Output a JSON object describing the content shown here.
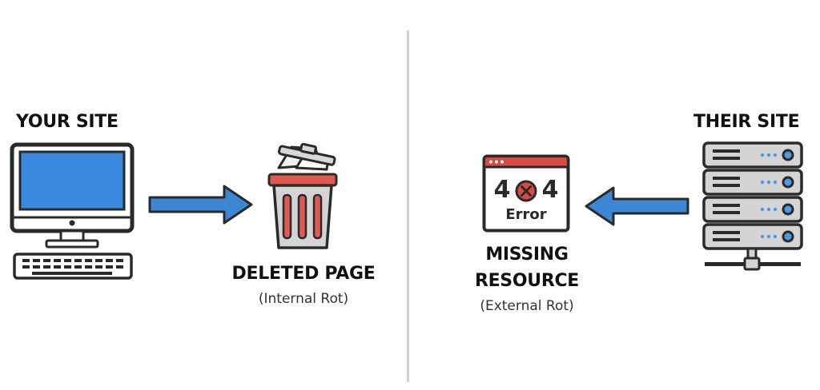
{
  "left": {
    "site_label": "YOUR SITE",
    "target_title": "DELETED PAGE",
    "target_subtitle": "(Internal Rot)"
  },
  "right": {
    "site_label": "THEIR SITE",
    "target_title_line1": "MISSING",
    "target_title_line2": "RESOURCE",
    "target_subtitle": "(External Rot)",
    "error_code_left": "4",
    "error_code_right": "4",
    "error_text": "Error"
  },
  "icons": {
    "computer": "desktop-computer-icon",
    "trash": "trash-can-icon",
    "error_page": "404-error-page-icon",
    "server": "server-rack-icon",
    "arrow": "arrow-icon",
    "x_mark": "x-circle-icon"
  },
  "colors": {
    "arrow_blue": "#3d86d4",
    "screen_blue": "#3a8be0",
    "trash_red": "#e05a52",
    "error_red": "#d94a44",
    "server_dot_blue": "#4a9be0",
    "outline": "#2a2a2a",
    "divider": "#cfcfcf"
  }
}
